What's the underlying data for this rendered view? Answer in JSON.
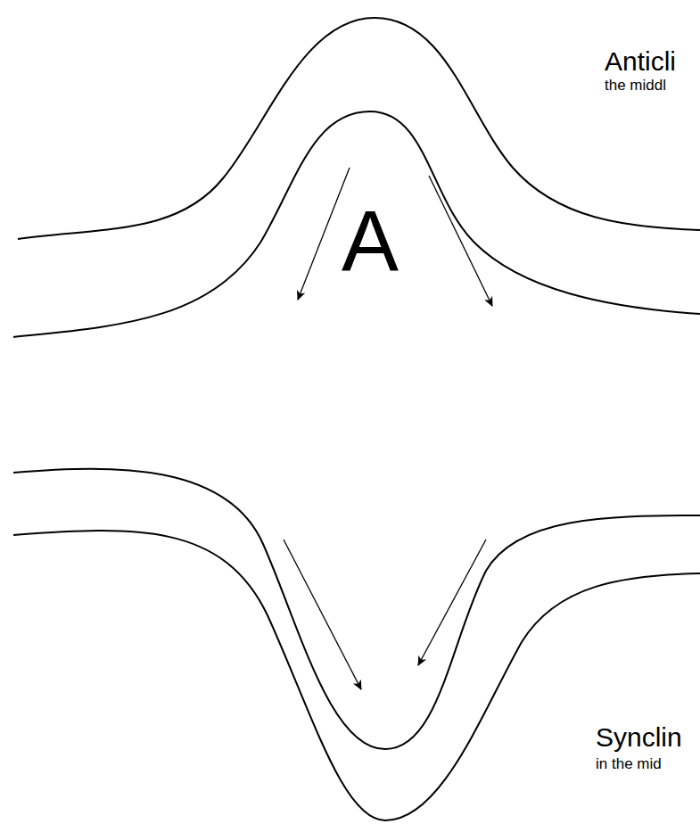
{
  "diagram": {
    "labels": [
      "Anticli",
      "the middl",
      "A",
      "Synclin",
      "in the mid"
    ]
  }
}
